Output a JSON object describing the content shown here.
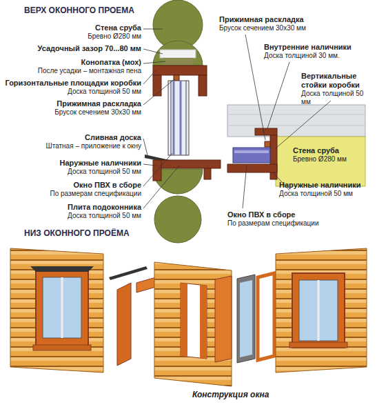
{
  "diagram": {
    "title": "ВЕРХ ОКОННОГО ПРОЕМА",
    "caption": "Конструкция окна",
    "labels": [
      "Стена сруба",
      "Бревно Ø280 мм",
      "Усадочный зазор 70...80 мм",
      "Конопатка (мох)",
      "После усадки – монтажная пена",
      "Горизонтальные площадки коробки",
      "Доска толщиной 50 мм",
      "Прижимная раскладка",
      "Брусок сечением 30х30 мм",
      "Сливная доска",
      "Штатная – приложение к окну",
      "Наружные наличники",
      "Доска толщиной 50 мм",
      "Окно ПВХ в сборе",
      "По размерам спецификации",
      "Плита подоконника",
      "Доска толщиной 50 мм",
      "Прижимная раскладка",
      "Брусок сечением 30х30 мм",
      "Внутренние наличники",
      "Доска толщиной 30 мм.",
      "Вертикальные стойки коробки",
      "Доска толщиной 50 мм",
      "Стена сруба",
      "Бревно Ø280 мм",
      "Наружные наличники",
      "Доска толщиной 50 мм",
      "Окно ПВХ в сборе",
      "По размерам спецификации",
      "НИЗ ОКОННОГО ПРОЁМА"
    ]
  }
}
